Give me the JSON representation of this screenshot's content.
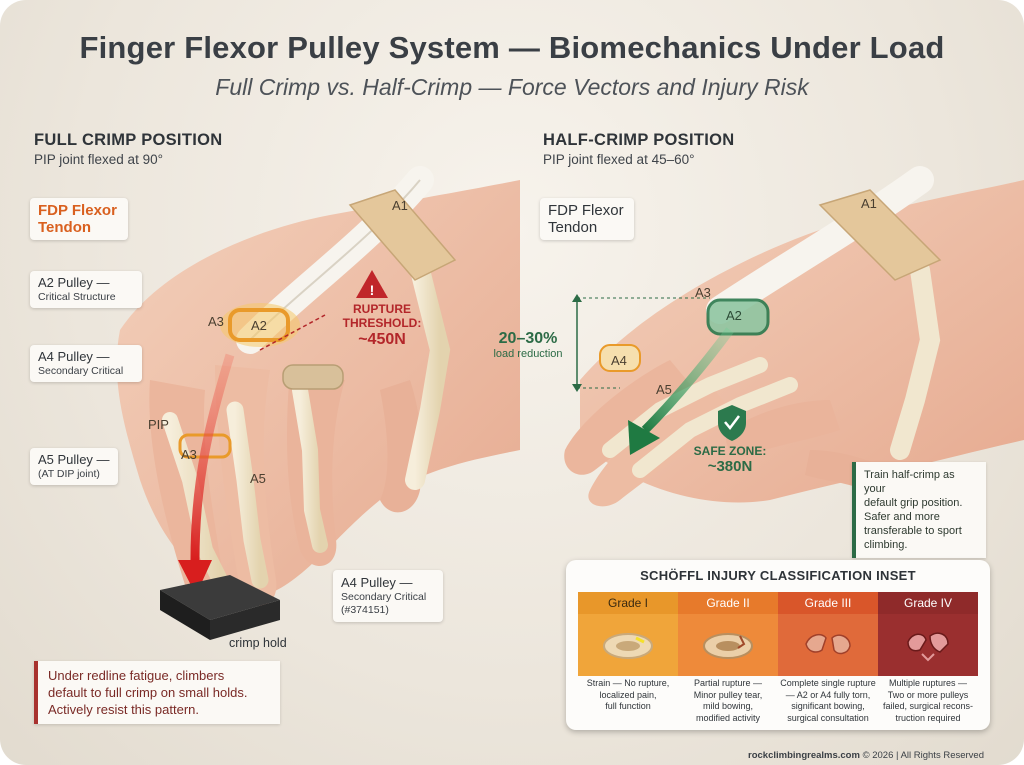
{
  "header": {
    "title": "Finger Flexor Pulley System — Biomechanics Under Load",
    "subtitle": "Full Crimp vs. Half-Crimp — Force Vectors and Injury Risk"
  },
  "full_crimp": {
    "title": "FULL CRIMP POSITION",
    "subtitle": "PIP joint flexed at 90°",
    "fdp_label": [
      "FDP Flexor",
      "Tendon"
    ],
    "a2_label": "A2 Pulley —",
    "a2_sub": "Critical Structure",
    "a4_label": "A4 Pulley —",
    "a4_sub": "Secondary Critical",
    "a5_label": "A5 Pulley —",
    "a5_sub": "(AT DIP joint)",
    "a4_right_label": "A4 Pulley —",
    "a4_right_sub": "Secondary Critical",
    "a4_right_code": "(#374151)",
    "rupture_label": [
      "RUPTURE",
      "THRESHOLD:"
    ],
    "rupture_value": "~450N",
    "crimp_hold": "crimp hold",
    "pulley_tags": {
      "a1": "A1",
      "a2": "A2",
      "a3": "A3",
      "a3b": "A3",
      "a5": "A5",
      "pip": "PIP"
    },
    "note": [
      "Under redline fatigue, climbers",
      "default to full crimp on small holds.",
      "Actively resist this pattern."
    ]
  },
  "half_crimp": {
    "title": "HALF-CRIMP POSITION",
    "subtitle": "PIP joint flexed at 45–60°",
    "fdp_label": [
      "FDP Flexor",
      "Tendon"
    ],
    "reduction_value": "20–30%",
    "reduction_label": "load reduction",
    "safe_label": "SAFE ZONE:",
    "safe_value": "~380N",
    "pulley_tags": {
      "a1": "A1",
      "a2": "A2",
      "a3": "A3",
      "a4": "A4",
      "a5": "A5"
    },
    "note": [
      "Train half-crimp as your",
      "default grip position.",
      "Safer and more",
      "transferable to sport",
      "climbing."
    ]
  },
  "inset": {
    "title": "SCHÖFFL INJURY CLASSIFICATION INSET",
    "grades": [
      {
        "name": "Grade I",
        "color": "#e8972a",
        "desc": [
          "Strain — No rupture,",
          "localized pain,",
          "full function"
        ]
      },
      {
        "name": "Grade II",
        "color": "#e77a2b",
        "desc": [
          "Partial rupture —",
          "Minor pulley tear,",
          "mild bowing,",
          "modified activity"
        ]
      },
      {
        "name": "Grade III",
        "color": "#d9562a",
        "desc": [
          "Complete single rupture",
          "— A2 or A4 fully torn,",
          "significant bowing,",
          "surgical consultation"
        ]
      },
      {
        "name": "Grade IV",
        "color": "#8f2a2a",
        "desc": [
          "Multiple ruptures —",
          "Two or more pulleys",
          "failed, surgical recons-",
          "truction required"
        ]
      }
    ]
  },
  "footer": {
    "site": "rockclimbingrealms.com",
    "rest": " © 2026 | All Rights Reserved"
  },
  "colors": {
    "danger": "#b3262a",
    "safe": "#2c7a4e",
    "skin": "#efc3ac",
    "bone": "#f1e7cf"
  }
}
